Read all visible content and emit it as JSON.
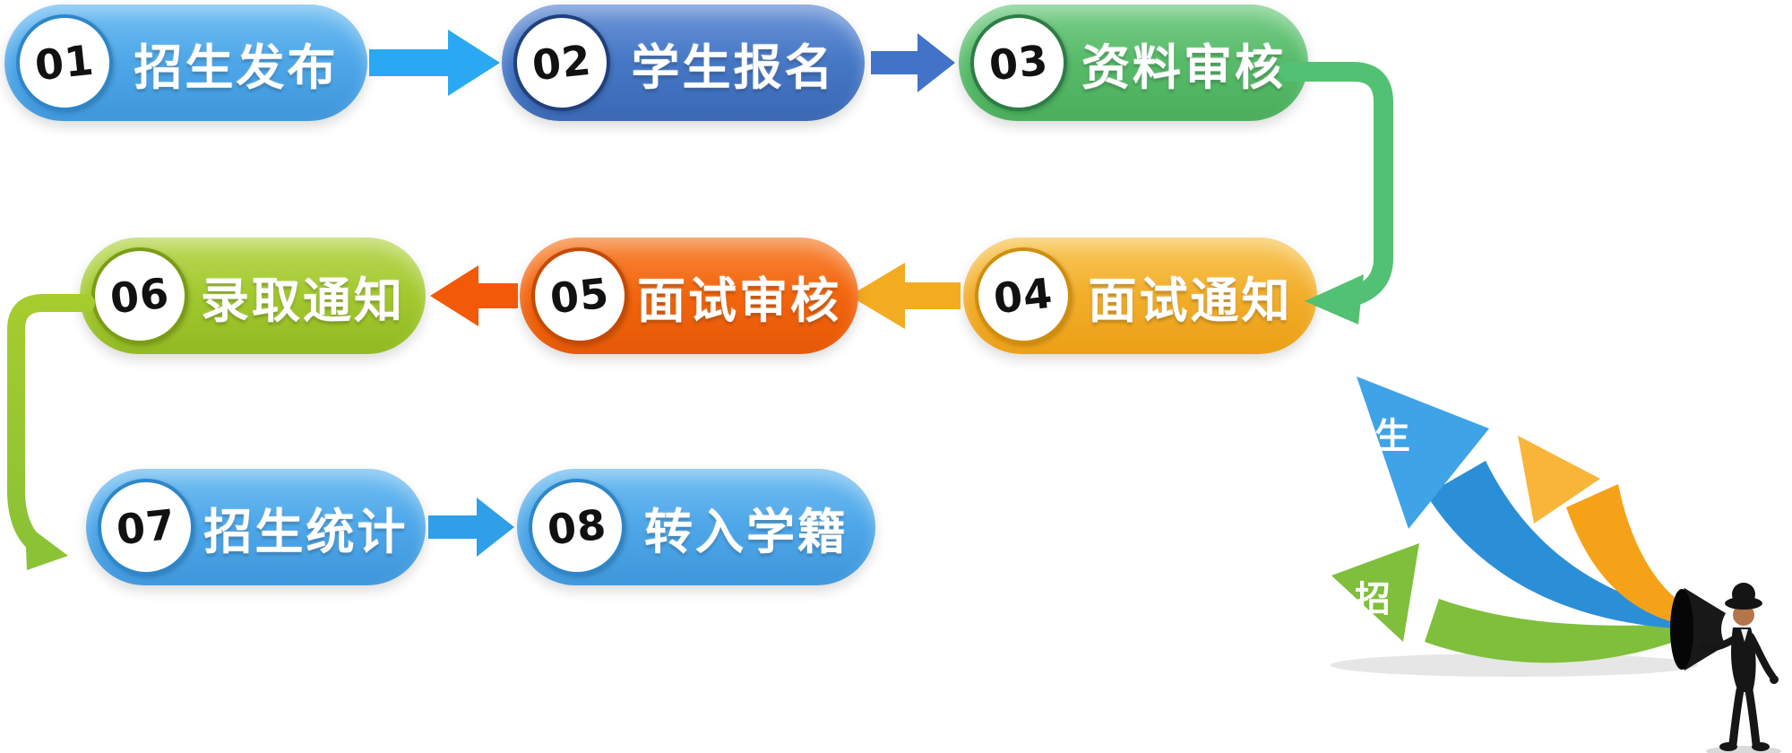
{
  "steps": [
    {
      "num": "01",
      "label": "招生发布",
      "color": "#4ea7e9"
    },
    {
      "num": "02",
      "label": "学生报名",
      "color": "#4678c6"
    },
    {
      "num": "03",
      "label": "资料审核",
      "color": "#57bb69"
    },
    {
      "num": "04",
      "label": "面试通知",
      "color": "#f3ae2b"
    },
    {
      "num": "05",
      "label": "面试审核",
      "color": "#f3650e"
    },
    {
      "num": "06",
      "label": "录取通知",
      "color": "#a3c92f"
    },
    {
      "num": "07",
      "label": "招生统计",
      "color": "#4ea7e9"
    },
    {
      "num": "08",
      "label": "转入学籍",
      "color": "#4ea7e9"
    }
  ],
  "connections": [
    {
      "from": "01",
      "to": "02",
      "style": "block-arrow-right",
      "color": "#2aa9f2"
    },
    {
      "from": "02",
      "to": "03",
      "style": "block-arrow-right",
      "color": "#4273c8"
    },
    {
      "from": "03",
      "to": "04",
      "style": "elbow-right-down",
      "color": "#53c173"
    },
    {
      "from": "04",
      "to": "05",
      "style": "block-arrow-left",
      "color": "#f3ac22"
    },
    {
      "from": "05",
      "to": "06",
      "style": "block-arrow-left",
      "color": "#f25a0a"
    },
    {
      "from": "06",
      "to": "07",
      "style": "elbow-left-down",
      "color": "#a6cc2e"
    },
    {
      "from": "07",
      "to": "08",
      "style": "block-arrow-right",
      "color": "#2f9fe8"
    }
  ],
  "decoration": {
    "blue_arrow_label": "生",
    "green_arrow_label": "招",
    "arrow_colors": {
      "blue": "#2b8fd8",
      "orange": "#f5a218",
      "green": "#7fbf3c"
    },
    "figure": "person-with-megaphone"
  }
}
